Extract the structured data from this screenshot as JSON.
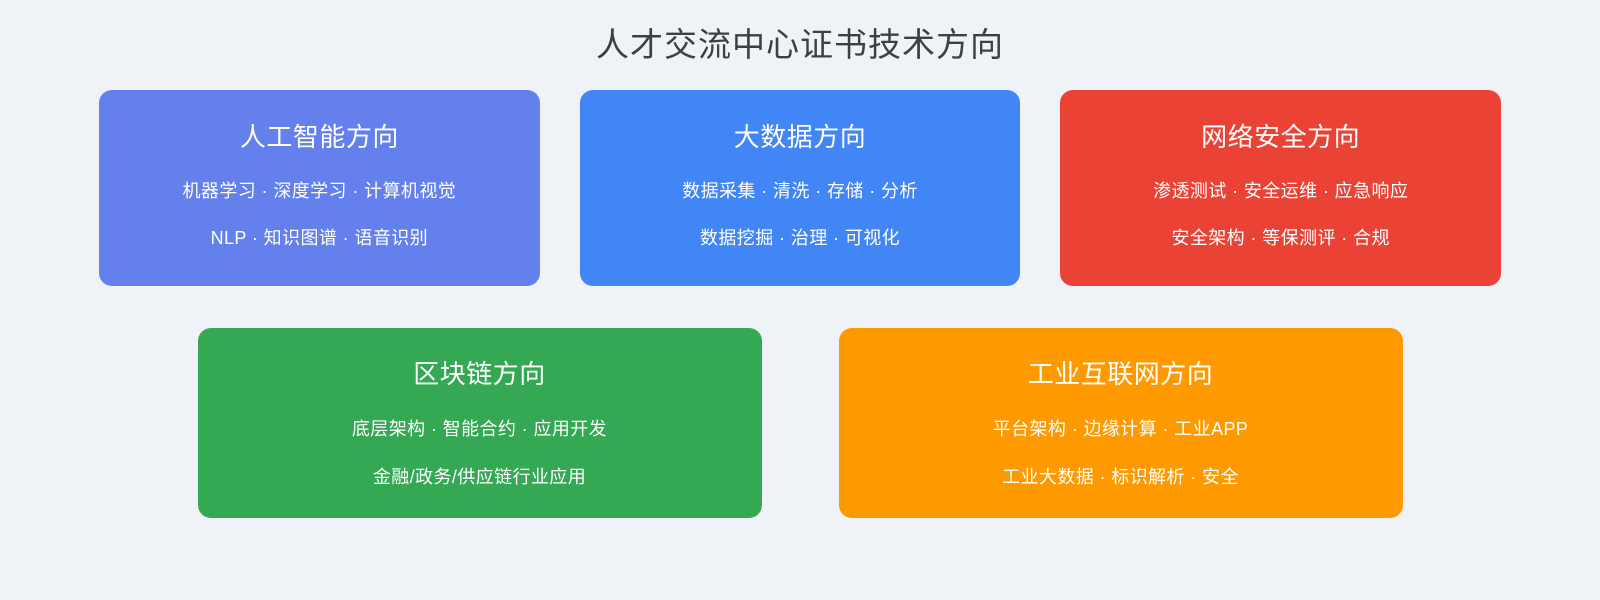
{
  "page": {
    "title": "人才交流中心证书技术方向",
    "background_color": "#eff2f7",
    "title_color": "#3c4043"
  },
  "rows": [
    {
      "name": "top-row",
      "cards": [
        {
          "title": "人工智能方向",
          "line1": "机器学习 · 深度学习 · 计算机视觉",
          "line2": "NLP · 知识图谱 · 语音识别",
          "color": "#6380ec",
          "text_color": "#ffffff"
        },
        {
          "title": "大数据方向",
          "line1": "数据采集 · 清洗 · 存储 · 分析",
          "line2": "数据挖掘 · 治理 · 可视化",
          "color": "#4285f4",
          "text_color": "#ffffff"
        },
        {
          "title": "网络安全方向",
          "line1": "渗透测试 · 安全运维 · 应急响应",
          "line2": "安全架构 · 等保测评 · 合规",
          "color": "#ea4335",
          "text_color": "#ffffff"
        }
      ]
    },
    {
      "name": "bottom-row",
      "cards": [
        {
          "title": "区块链方向",
          "line1": "底层架构 · 智能合约 · 应用开发",
          "line2": "金融/政务/供应链行业应用",
          "color": "#34a853",
          "text_color": "#ffffff"
        },
        {
          "title": "工业互联网方向",
          "line1": "平台架构 · 边缘计算 · 工业APP",
          "line2": "工业大数据 · 标识解析 · 安全",
          "color": "#ff9900",
          "text_color": "#ffffff"
        }
      ]
    }
  ]
}
